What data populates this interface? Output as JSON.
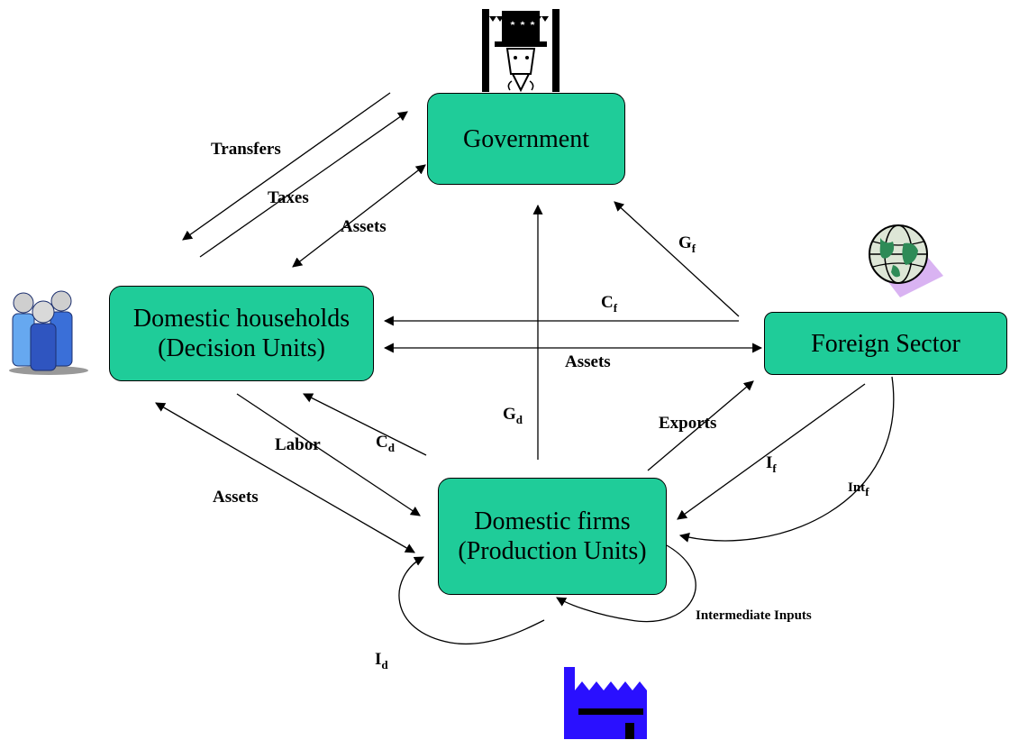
{
  "colors": {
    "node_fill": "#1fcc99",
    "factory": "#2a10ff",
    "people": "#2f6bd0",
    "globe": "#2e8b57"
  },
  "nodes": {
    "government": {
      "label": "Government"
    },
    "households": {
      "line1": "Domestic households",
      "line2": "(Decision Units)"
    },
    "foreign": {
      "label": "Foreign Sector"
    },
    "firms": {
      "line1": "Domestic firms",
      "line2": "(Production Units)"
    }
  },
  "flows": {
    "transfers": "Transfers",
    "taxes": "Taxes",
    "assets_gov_hh": "Assets",
    "g_f": {
      "main": "G",
      "sub": "f"
    },
    "c_f": {
      "main": "C",
      "sub": "f"
    },
    "assets_hh_foreign": "Assets",
    "g_d": {
      "main": "G",
      "sub": "d"
    },
    "exports": "Exports",
    "labor": "Labor",
    "c_d": {
      "main": "C",
      "sub": "d"
    },
    "assets_hh_firms": "Assets",
    "i_f": {
      "main": "I",
      "sub": "f"
    },
    "int_f": {
      "main": "Int",
      "sub": "f"
    },
    "i_d": {
      "main": "I",
      "sub": "d"
    },
    "intermediate_inputs": "Intermediate Inputs"
  },
  "icons": {
    "government": "uncle-sam-icon",
    "households": "people-group-icon",
    "foreign": "globe-icon",
    "firms": "factory-icon"
  }
}
